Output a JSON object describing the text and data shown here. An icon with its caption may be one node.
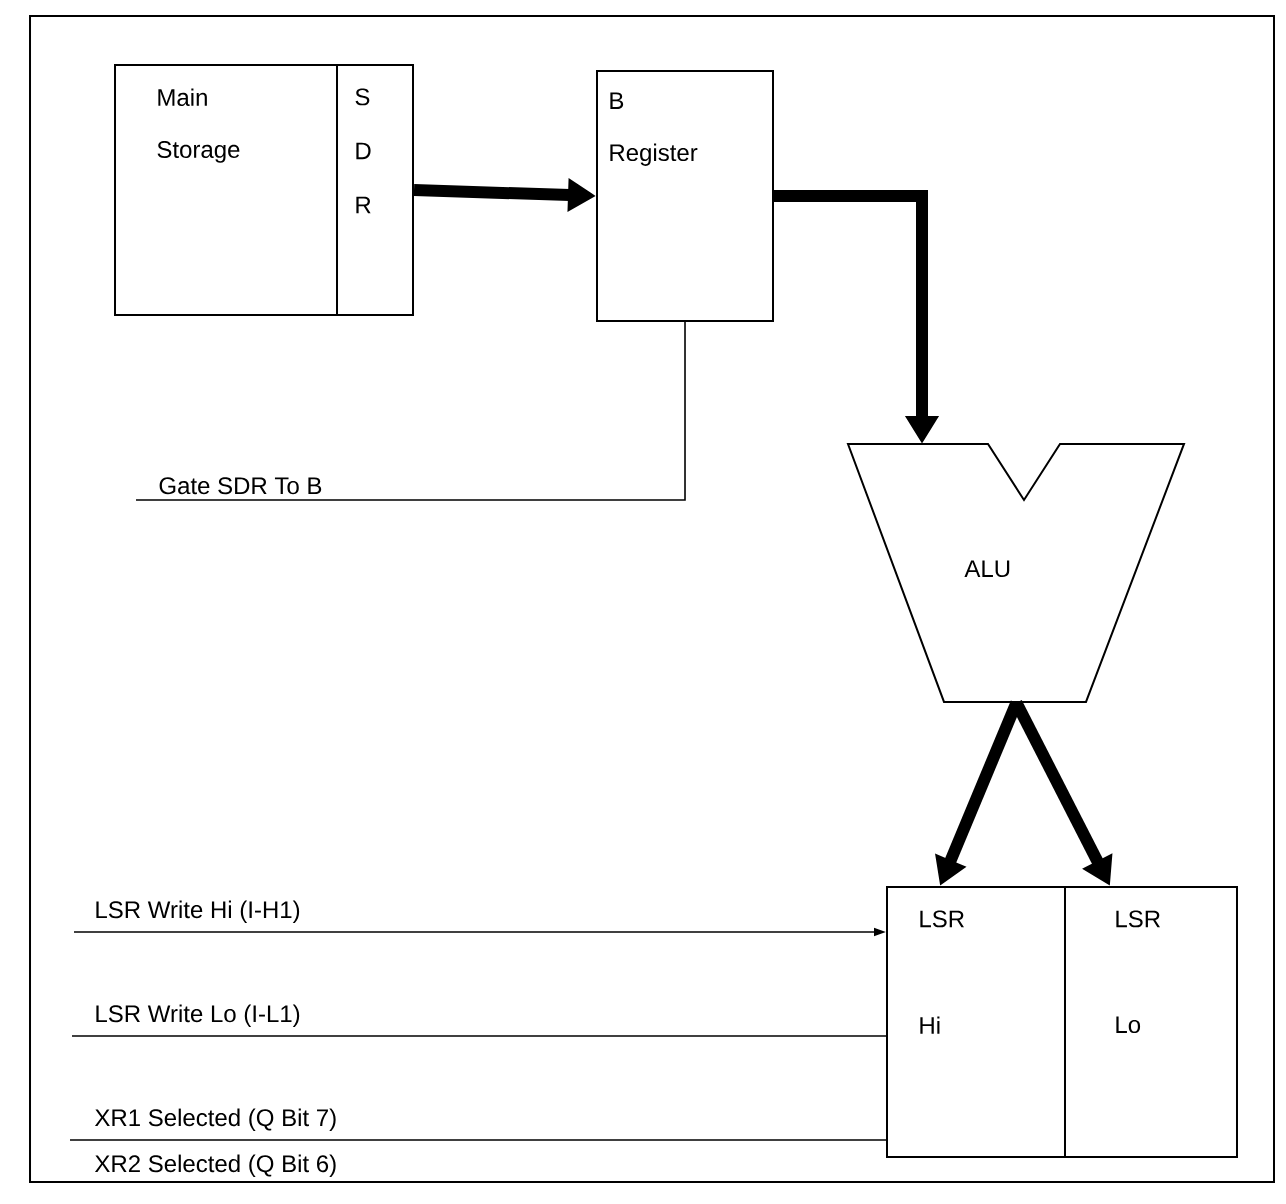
{
  "diagram": {
    "nodes": [
      {
        "text": [
          "Main Storage"
        ]
      },
      {
        "text": [
          "S D R"
        ]
      },
      {
        "text": [
          "B Register"
        ]
      },
      {
        "text": [
          "ALU"
        ]
      },
      {
        "text": [
          "LSR",
          "Hi"
        ]
      },
      {
        "text": [
          "LSR",
          "Lo"
        ]
      }
    ],
    "edges": [
      {
        "from": 1,
        "to": 2,
        "arrow": "to",
        "style": "thick"
      },
      {
        "from": 2,
        "to": 3,
        "arrow": "to",
        "style": "thick"
      },
      {
        "from": 3,
        "to": 4,
        "arrow": "to",
        "style": "thick"
      },
      {
        "from": 3,
        "to": 5,
        "arrow": "to",
        "style": "thick"
      },
      {
        "from": null,
        "to": 2,
        "arrow": "none",
        "label": "Gate SDR To B"
      },
      {
        "from": null,
        "to": 4,
        "arrow": "to",
        "label": "LSR Write Hi (I-H1)"
      },
      {
        "from": null,
        "to": 4,
        "arrow": "none",
        "label": "LSR Write Lo (I-L1)"
      },
      {
        "from": null,
        "to": 4,
        "arrow": "none",
        "label": "XR1 Selected (Q Bit 7)"
      }
    ],
    "labels": [
      "XR2 Selected (Q Bit 6)"
    ]
  }
}
